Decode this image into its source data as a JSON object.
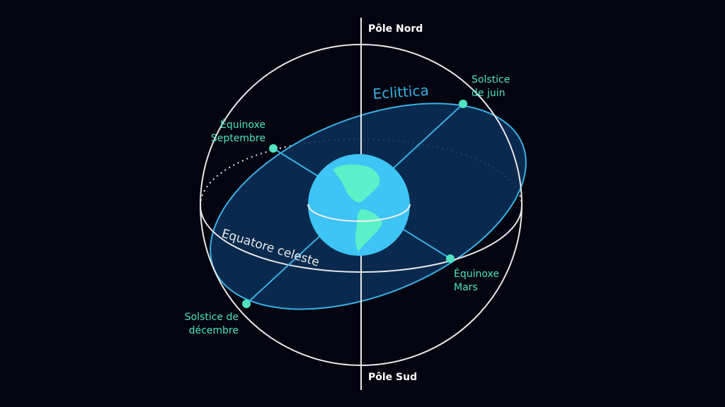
{
  "labels": {
    "north_pole": "Pôle Nord",
    "south_pole": "Pôle Sud",
    "ecliptic": "Eclittica",
    "celestial_equator": "Equatore celeste",
    "june_solstice": [
      "Solstice",
      "de juin"
    ],
    "september_equinox": [
      "Équinoxe",
      "Septembre"
    ],
    "march_equinox": [
      "Équinoxe",
      "Mars"
    ],
    "december_solstice": [
      "Solstice de",
      "décembre"
    ]
  },
  "colors": {
    "background": "#03040f",
    "ecliptic": "#3bb0e6",
    "ecliptic_fill": "#0a2f55",
    "points": "#4fe3c1",
    "earth": "#3ec4f5",
    "continents": "#5cf0c8",
    "lines": "#e8e8e8"
  }
}
